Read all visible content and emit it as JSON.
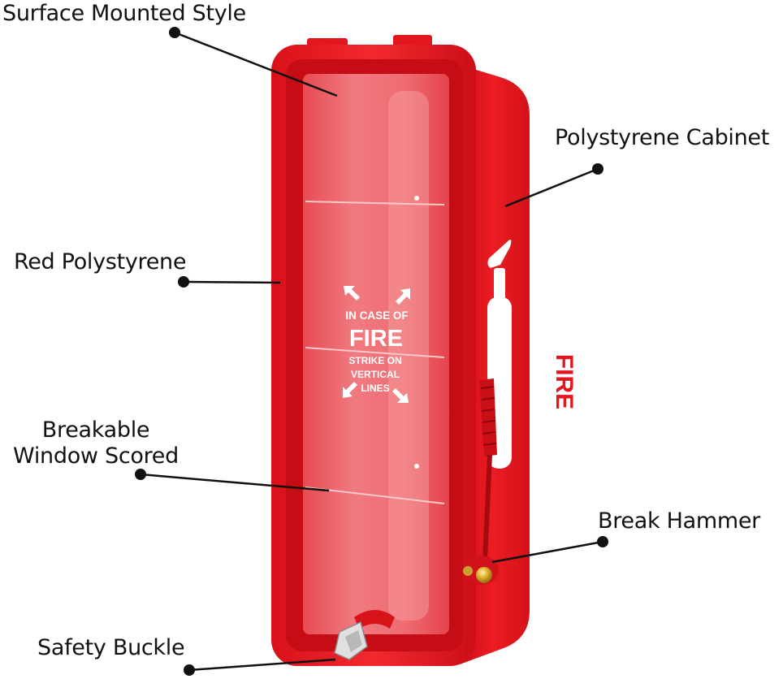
{
  "callouts": {
    "surface_mounted": "Surface Mounted Style",
    "polystyrene_cabinet": "Polystyrene Cabinet",
    "red_polystyrene": "Red Polystyrene",
    "breakable_window_line1": "Breakable",
    "breakable_window_line2": "Window Scored",
    "break_hammer": "Break Hammer",
    "safety_buckle": "Safety Buckle"
  },
  "window_sign": {
    "line1": "IN CASE OF",
    "line2": "FIRE",
    "line3": "STRIKE ON",
    "line4": "VERTICAL",
    "line5": "LINES"
  },
  "side_label": "FIRE",
  "colors": {
    "cabinet_red": "#e8141c",
    "cabinet_dark": "#b40a10",
    "hammer_brass": "#d9a520",
    "leader_line": "#111111"
  }
}
